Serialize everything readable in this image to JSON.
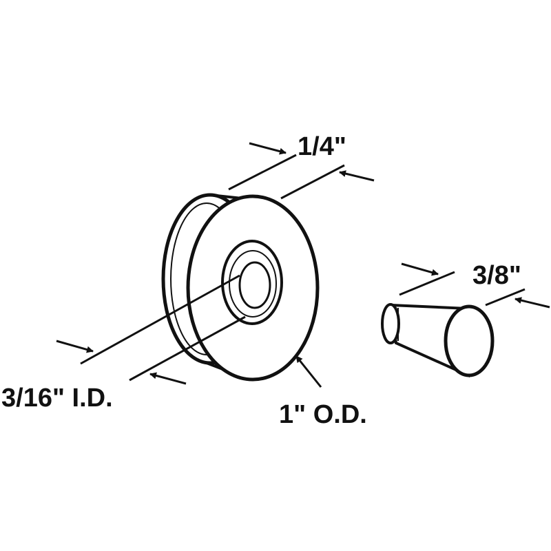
{
  "labels": {
    "width": "1/4\"",
    "inner_diameter": "3/16\" I.D.",
    "outer_diameter": "1\" O.D.",
    "pin_length": "3/8\""
  },
  "colors": {
    "line": "#111111",
    "background": "#ffffff"
  }
}
